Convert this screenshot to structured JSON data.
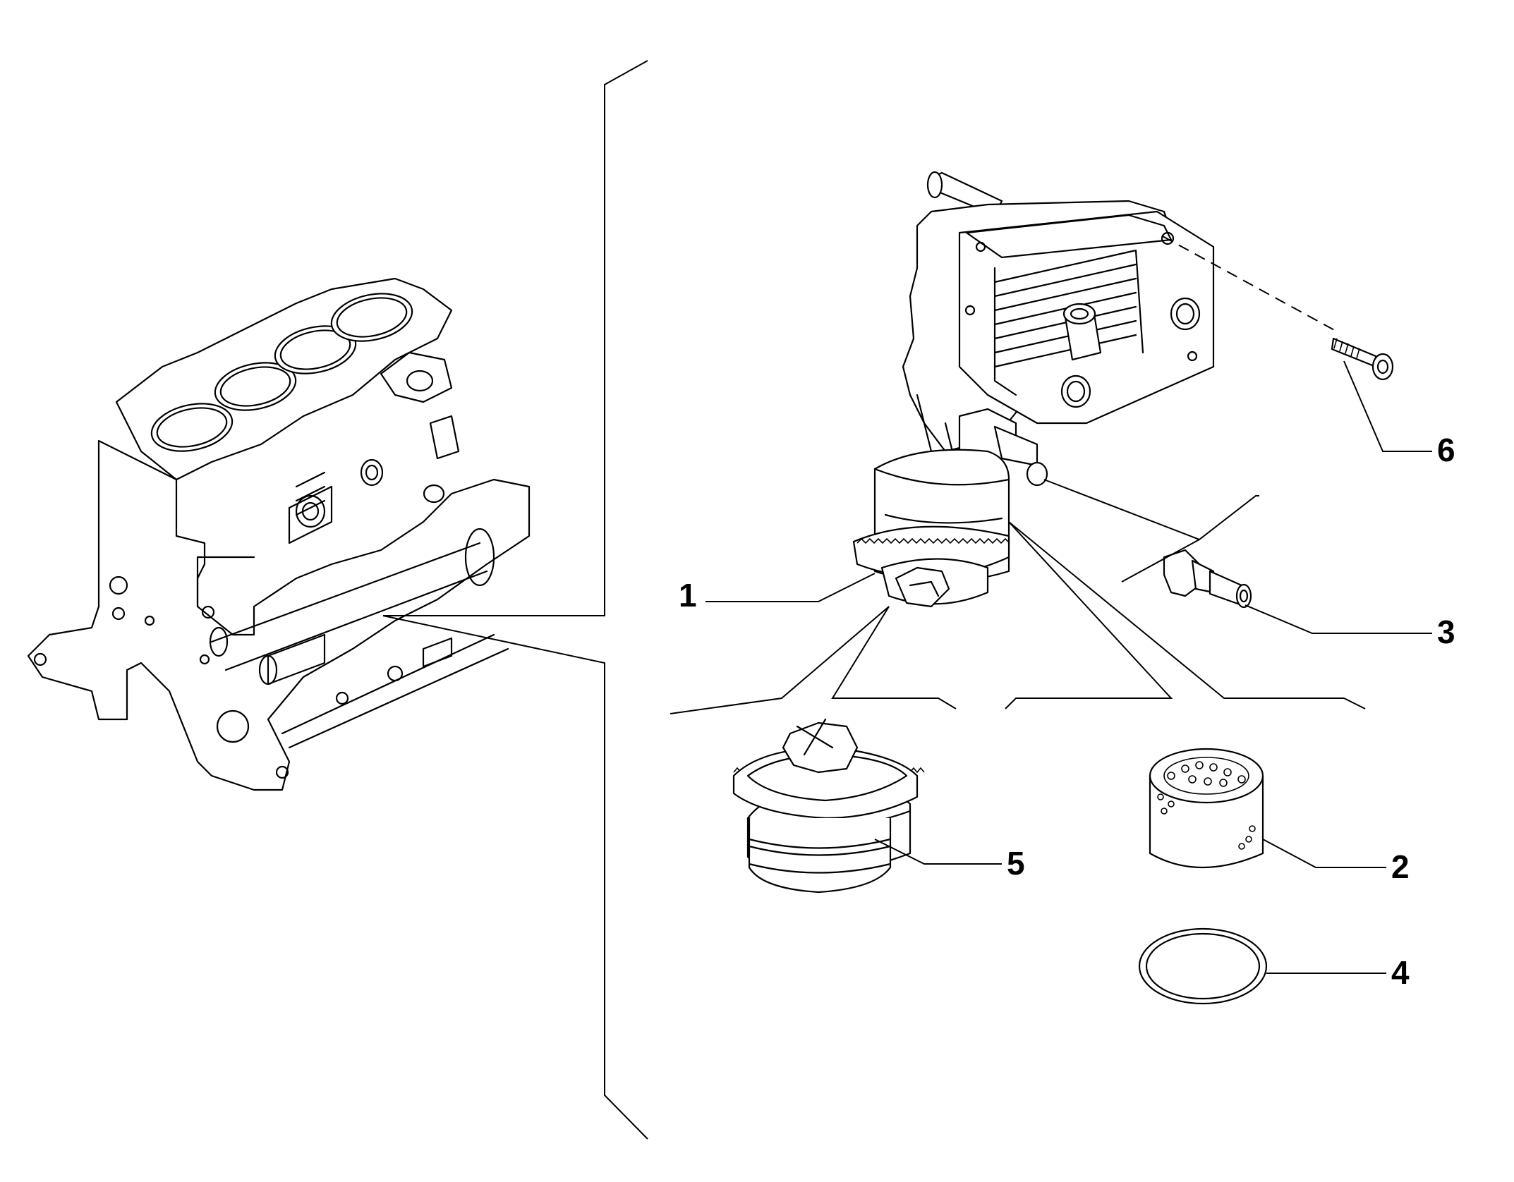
{
  "callouts": [
    {
      "id": "1",
      "label": "1"
    },
    {
      "id": "2",
      "label": "2"
    },
    {
      "id": "3",
      "label": "3"
    },
    {
      "id": "4",
      "label": "4"
    },
    {
      "id": "5",
      "label": "5"
    },
    {
      "id": "6",
      "label": "6"
    }
  ],
  "parts": {
    "1": "oil-filter-housing-with-cooler",
    "2": "oil-filter-cartridge",
    "3": "oil-pressure-switch",
    "4": "o-ring-seal",
    "5": "oil-filter-cap",
    "6": "screw"
  }
}
